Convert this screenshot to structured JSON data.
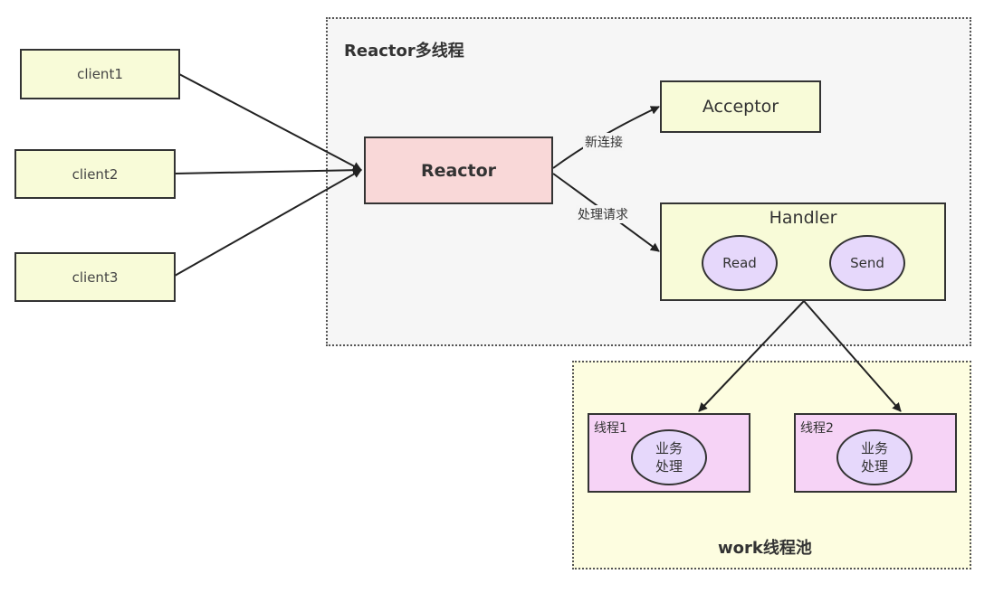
{
  "diagram": {
    "reactor_group_title": "Reactor多线程",
    "clients": [
      "client1",
      "client2",
      "client3"
    ],
    "reactor": "Reactor",
    "acceptor": "Acceptor",
    "handler": {
      "title": "Handler",
      "read": "Read",
      "send": "Send"
    },
    "edge_new_connection": "新连接",
    "edge_handle_request": "处理请求",
    "pool": {
      "title": "work线程池",
      "threads": [
        {
          "label": "线程1",
          "task": "业务\n处理"
        },
        {
          "label": "线程2",
          "task": "业务\n处理"
        }
      ]
    }
  },
  "colors": {
    "reactor_fill": "#f9d8d8",
    "box_fill": "#f8fbd8",
    "ellipse_fill": "#e6d8fb",
    "thread_fill": "#f6d3f6",
    "region_fill": "#f6f6f6",
    "pool_fill": "#fdfde0"
  }
}
